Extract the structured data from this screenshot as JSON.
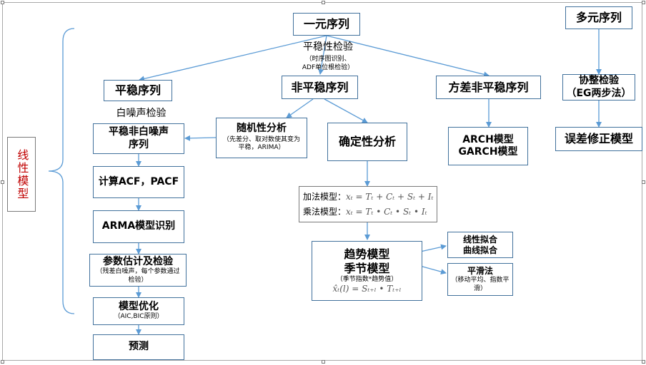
{
  "nodes": {
    "univariate": "一元序列",
    "multivariate": "多元序列",
    "stationary": "平稳序列",
    "nonstationary": "非平稳序列",
    "variance_nonstationary": "方差非平稳序列",
    "cointegration": {
      "title": "协整检验",
      "sub": "（EG两步法）"
    },
    "random_analysis": {
      "title": "随机性分析",
      "sub": "（先差分、取对数使其变为平稳，ARIMA）"
    },
    "deterministic_analysis": "确定性分析",
    "stationary_nonwhite": {
      "line1": "平稳非白噪声",
      "line2": "序列"
    },
    "acf": "计算ACF，PACF",
    "arma": "ARMA模型识别",
    "param_est": {
      "title": "参数估计及检验",
      "sub": "（残差白噪声，每个参数通过检验）"
    },
    "optimize": {
      "title": "模型优化",
      "sub": "（AIC,BIC原则）"
    },
    "forecast": "预测",
    "arch": {
      "line1": "ARCH模型",
      "line2": "GARCH模型"
    },
    "ecm": "误差修正模型",
    "models": {
      "additive_label": "加法模型：",
      "additive_formula": "xₜ = Tₜ + Cₜ + Sₜ + Iₜ",
      "multiplicative_label": "乘法模型：",
      "multiplicative_formula": "xₜ = Tₜ • Cₜ • Sₜ • Iₜ"
    },
    "trend_season": {
      "line1": "趋势模型",
      "line2": "季节模型",
      "sub": "（季节指数*趋势值）",
      "formula": "x̂ₜ(l) = Sₜ₊ₗ • Tₜ₊ₗ"
    },
    "fit": {
      "line1": "线性拟合",
      "line2": "曲线拟合"
    },
    "smooth": {
      "title": "平滑法",
      "sub": "（移动平均、指数平滑）"
    }
  },
  "labels": {
    "stationarity_test": "平稳性检验",
    "stationarity_test_sub1": "（时序图识别、",
    "stationarity_test_sub2": "ADF单位根检验）",
    "white_noise_test": "白噪声检验",
    "linear_model": "线性模型"
  },
  "colors": {
    "border": "#41719c",
    "arrow": "#5b9bd5",
    "accent": "#c00000"
  }
}
